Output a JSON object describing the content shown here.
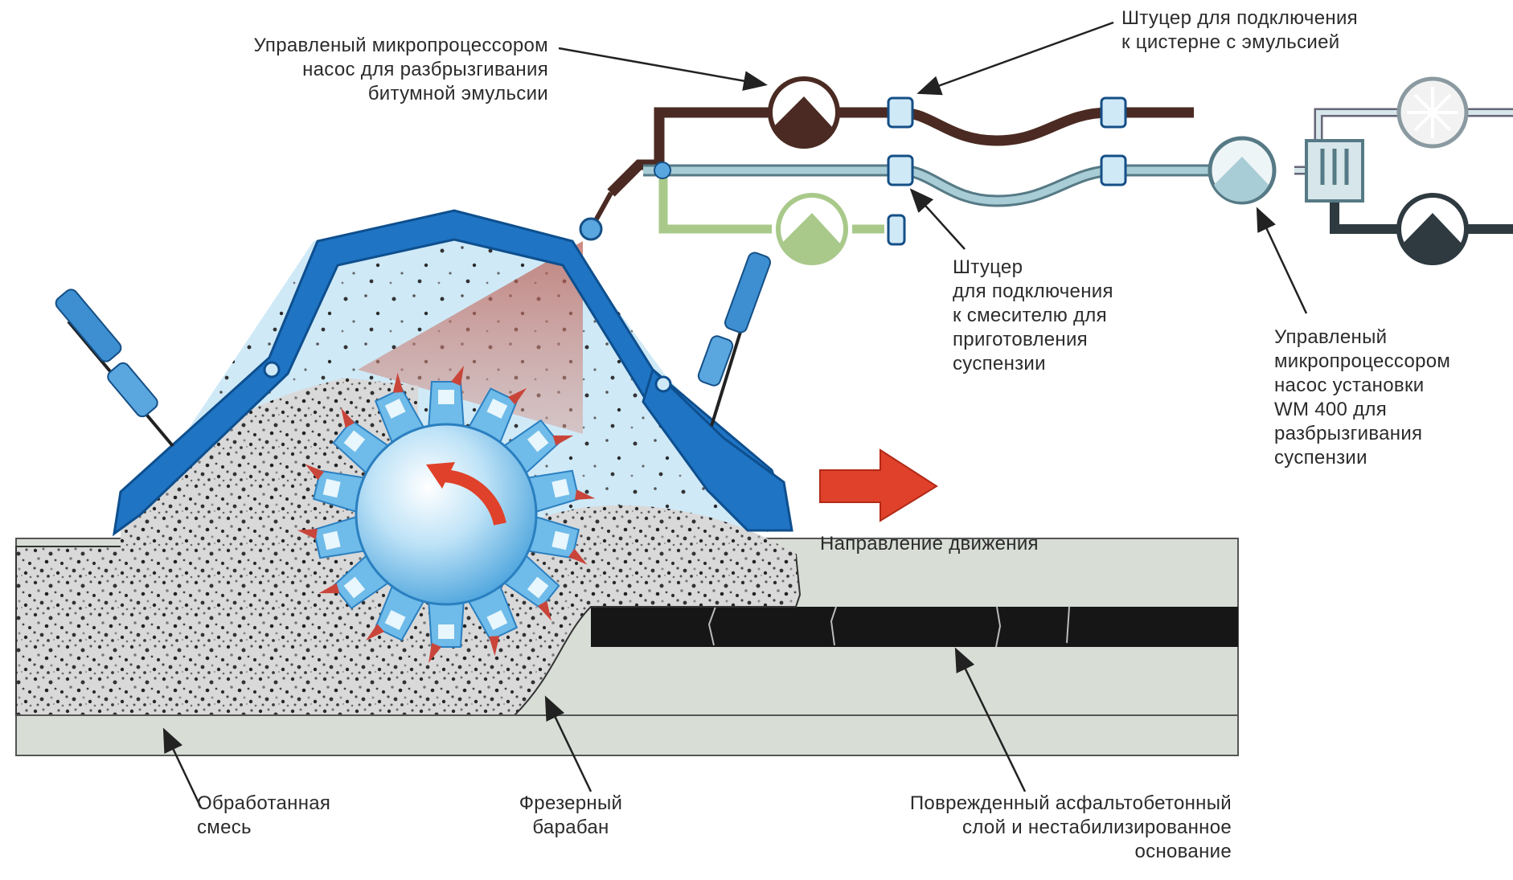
{
  "labels": {
    "pump_emulsion": "Управленый микропроцессором\nнасос для разбрызгивания\nбитумной эмульсии",
    "fitting_tank": "Штуцер для подключения\nк цистерне с эмульсией",
    "fitting_mixer": "Штуцер\nдля подключения\nк смесителю для\nприготовления\nсуспензии",
    "pump_wm400": "Управленый\nмикропроцессором\nнасос установки\nWM 400 для\nразбрызгивания\nсуспензии",
    "direction": "Направление движения",
    "processed_mix": "Обработанная\nсмесь",
    "milling_drum": "Фрезерный\nбарабан",
    "damaged_layer": "Поврежденный асфальтобетонный\nслой и нестабилизированное\nоснование"
  },
  "colors": {
    "housing_blue": "#1f74c4",
    "chamber_light_blue": "#cfe9f7",
    "drum_blue": "#5fb2e6",
    "spray_red": "#c97a6e",
    "arrow_red": "#e0412a",
    "asphalt_black": "#161616",
    "base_grey": "#d8ddd6",
    "emulsion_pipe": "#4a2a22",
    "water_pipe": "#8fb4bf",
    "green_pipe": "#a9c98a",
    "slurry_pipe": "#2e3a40"
  },
  "icons": [
    "pump-icon",
    "fitting-icon",
    "filter-icon",
    "nozzle-icon",
    "direction-arrow-icon",
    "rotation-arrow-icon"
  ]
}
